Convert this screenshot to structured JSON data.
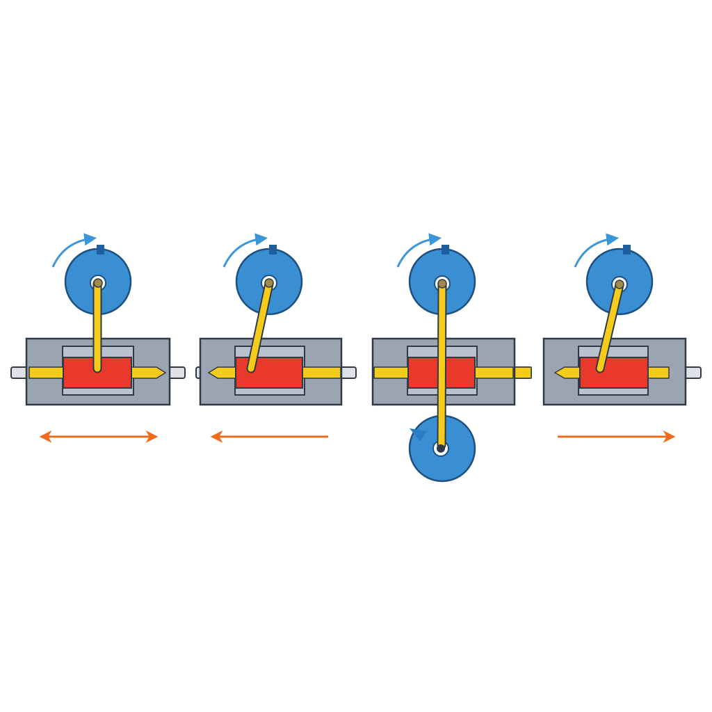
{
  "diagram": {
    "palette": {
      "housing": "#9aa5b1",
      "housing_stroke": "#2f3a46",
      "window": "#b8c2cc",
      "slider": "#e8392b",
      "rod": "#f5cc1c",
      "wheel": "#3a8ed2",
      "wheel_stroke": "#1d4f80",
      "pin": "#a08c4a",
      "rotation_arrow": "#3a96d6",
      "motion_arrow": "#f26a1b",
      "shaft": "#dfe3e8",
      "shaft_dark": "#1b1f24"
    },
    "stages": [
      {
        "crank_position": "top-center",
        "wheel_side": "above",
        "linear_motion": "both"
      },
      {
        "crank_position": "leaning-left",
        "wheel_side": "above",
        "linear_motion": "left"
      },
      {
        "crank_position": "vertical-through",
        "wheel_side": "above-and-below",
        "linear_motion": "none"
      },
      {
        "crank_position": "leaning-left",
        "wheel_side": "above",
        "linear_motion": "right"
      }
    ]
  }
}
